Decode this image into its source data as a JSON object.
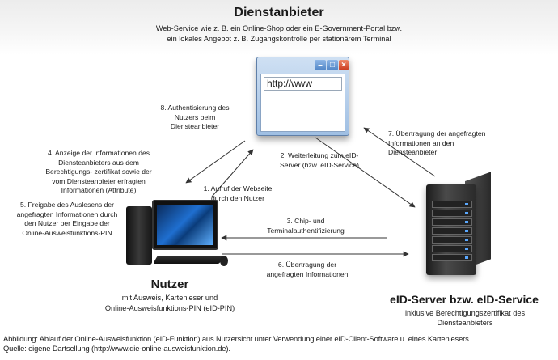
{
  "provider": {
    "title": "Dienstanbieter",
    "desc_line1": "Web-Service wie z. B. ein Online-Shop oder ein E-Government-Portal  bzw.",
    "desc_line2": "ein lokales Angebot z. B. Zugangskontrolle per stationärem Terminal"
  },
  "browser": {
    "url": "http://www",
    "buttons": [
      "minimize-icon",
      "maximize-icon",
      "close-icon"
    ]
  },
  "user": {
    "title": "Nutzer",
    "desc_line1": "mit Ausweis, Kartenleser und",
    "desc_line2": "Online-Ausweisfunktions-PIN (eID-PIN)"
  },
  "server": {
    "title": "eID-Server bzw. eID-Service",
    "desc_line1": "inklusive Berechtigungszertifikat des",
    "desc_line2": "Diensteanbieters"
  },
  "steps": {
    "s1": [
      "1. Aufruf der Webseite",
      "durch den Nutzer"
    ],
    "s2": [
      "2. Weiterleitung zum eID-",
      "Server (bzw. eID-Service)"
    ],
    "s3": [
      "3. Chip- und",
      "Terminalauthentifizierung"
    ],
    "s4": [
      "4. Anzeige der Informationen des",
      "Diensteanbieters aus dem",
      "Berechtigungs- zertifikat sowie der",
      "vom Diensteanbieter erfragten",
      "Informationen (Attribute)"
    ],
    "s5": [
      "5. Freigabe des Auslesens der",
      "angefragten Informationen durch",
      "den Nutzer per Eingabe der",
      "Online-Ausweisfunktions-PIN"
    ],
    "s6": [
      "6. Übertragung der",
      "angefragten Informationen"
    ],
    "s7": [
      "7. Übertragung der angefragten",
      "Informationen an den",
      "Diensteanbieter"
    ],
    "s8": [
      "8. Authentisierung des",
      "Nutzers beim",
      "Diensteanbieter"
    ]
  },
  "caption": {
    "line1": "Abbildung: Ablauf der Online-Ausweisfunktion (eID-Funktion) aus Nutzersicht unter Verwendung einer eID-Client-Software u. eines Kartenlesers",
    "line2": "Quelle: eigene Dartsellung (http://www.die-online-ausweisfunktion.de)."
  },
  "colors": {
    "arrow": "#333333",
    "banner": "#ececec",
    "close_button": "#c8381c",
    "window_frame": "#9fbfe3"
  }
}
